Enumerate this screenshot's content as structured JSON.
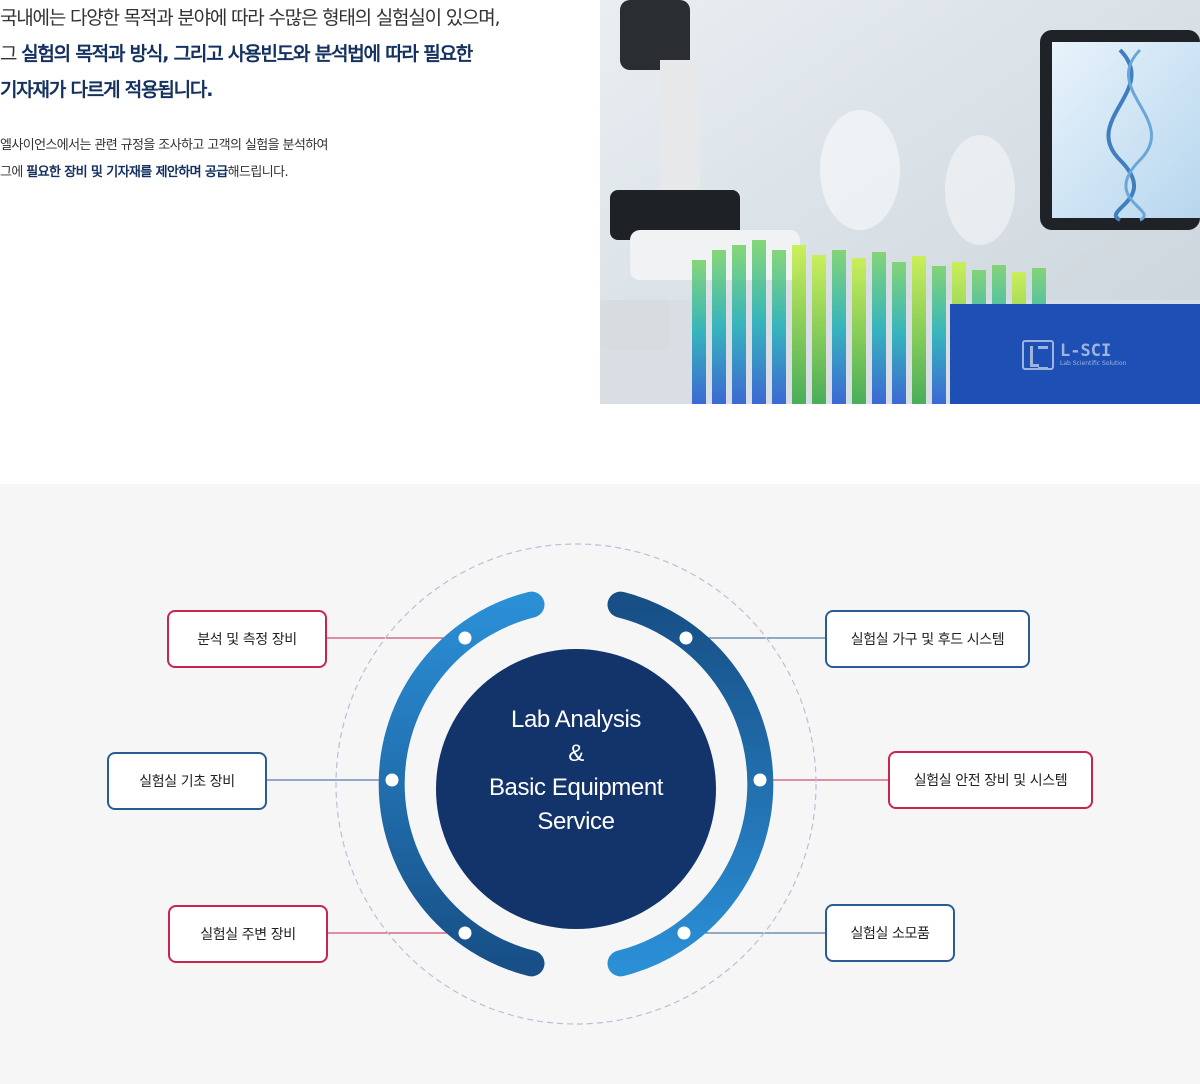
{
  "intro": {
    "lead_l1": "국내에는 다양한 목적과 분야에 따라 수많은 형태의 실험실이 있으며,",
    "lead_l2_a": "그 ",
    "lead_l2_b": "실험의 목적과 방식, 그리고 사용빈도와 분석법에 따라 필요한",
    "lead_l3": "기자재가 다르게 적용됩니다.",
    "desc_l1": "엘사이언스에서는 관련 규정을 조사하고 고객의 실험을 분석하여",
    "desc_l2_a": "그에 ",
    "desc_l2_b": "필요한 장비 및 기자재를 제안하며 공급",
    "desc_l2_c": "해드립니다."
  },
  "brand": {
    "name": "L-SCI",
    "tagline": "Lab Scientific Solution"
  },
  "colors": {
    "navy": "#12346a",
    "ring_light": "#2b8fd6",
    "ring_dark": "#174f86",
    "accent_red": "#c6254f",
    "accent_blue": "#2a5c93",
    "brand_blue": "#1d4fb5"
  },
  "diagram": {
    "center_lines": [
      "Lab Analysis",
      "&",
      "Basic Equipment",
      "Service"
    ],
    "left_items": [
      "분석 및 측정 장비",
      "실험실 기초 장비",
      "실험실 주변 장비"
    ],
    "right_items": [
      "실험실 가구 및 후드 시스템",
      "실험실 안전 장비 및 시스템",
      "실험실 소모품"
    ]
  }
}
